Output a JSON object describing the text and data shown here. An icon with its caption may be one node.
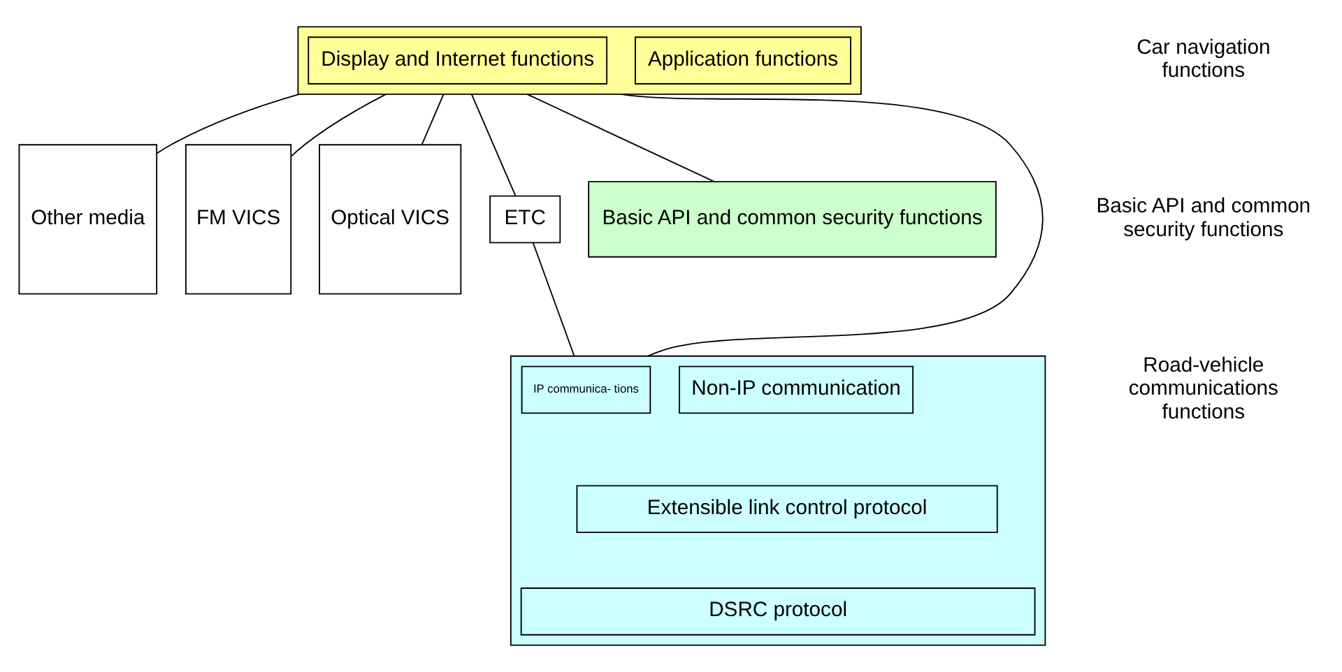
{
  "diagram": {
    "nodes": [
      {
        "text": [],
        "shape": "box"
      },
      {
        "text": [
          "Display and Internet functions"
        ],
        "in": 0
      },
      {
        "text": [
          "Application functions"
        ],
        "in": 0
      },
      {
        "text": [
          "Other media"
        ]
      },
      {
        "text": [
          "FM VICS"
        ]
      },
      {
        "text": [
          "Optical VICS"
        ]
      },
      {
        "text": [
          "ETC"
        ]
      },
      {
        "text": [
          "Basic API and common security functions"
        ]
      },
      {
        "text": [],
        "shape": "box"
      },
      {
        "text": [
          "IP communica- tions"
        ],
        "in": 8
      },
      {
        "text": [
          "Non-IP communication"
        ],
        "in": 8
      },
      {
        "text": [
          "Extensible link control protocol"
        ],
        "in": 8
      },
      {
        "text": [
          "DSRC protocol"
        ],
        "in": 8
      }
    ],
    "edges": [
      {
        "from": 0,
        "to": 3,
        "arrow": "none"
      },
      {
        "from": 0,
        "to": 4,
        "arrow": "none"
      },
      {
        "from": 0,
        "to": 5,
        "arrow": "none"
      },
      {
        "from": 0,
        "to": 8,
        "arrow": "none"
      },
      {
        "from": 0,
        "to": 7,
        "arrow": "none"
      },
      {
        "from": 0,
        "to": 6,
        "arrow": "none"
      },
      {
        "from": 6,
        "to": 8,
        "arrow": "none"
      }
    ],
    "labels": [
      "Car navigation functions",
      "Basic API and common security functions",
      "Road-vehicle communications functions"
    ]
  }
}
